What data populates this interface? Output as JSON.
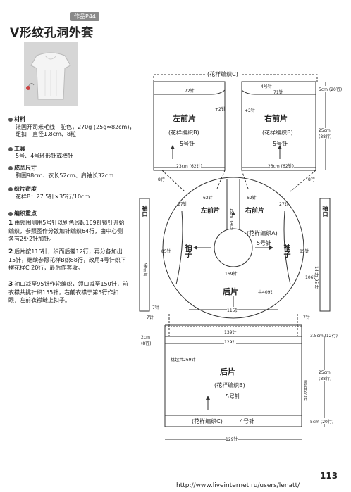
{
  "header": {
    "work_tag": "作品P44",
    "title": "V形纹孔洞外套"
  },
  "materials": {
    "heading": "材料",
    "lines": [
      "法国开司米毛线　驼色，270g (25g≈82cm)，",
      "纽扣　直径1.8cm、8粒"
    ]
  },
  "tools": {
    "heading": "工具",
    "line": "5号、4号环形针或棒针"
  },
  "size": {
    "heading": "成品尺寸",
    "line": "胸围98cm、衣长52cm、肩袖长32cm"
  },
  "gauge": {
    "heading": "织片密度",
    "line": "花样B：27.5针×35行/10cm"
  },
  "points": {
    "heading": "编织重点",
    "steps": [
      {
        "num": "1",
        "text": "由领围侧用5号针以别色线起169针锁针开始编织，参照图作分散加针编织64行，由中心侧各有2处2针加针。"
      },
      {
        "num": "2",
        "text": "后片按115针，织而后差12行，再分各加出15针，继续参照花样B织88行，改用4号针织下摆花样C 20行，最后作套收。"
      },
      {
        "num": "3",
        "text": "袖口减至95针作轮编织，领口减至150针，前衣襟共挑针织155针，右前衣襟于第5行作扣眼，左前衣襟缝上扣子。"
      }
    ]
  },
  "diagram": {
    "pattern_c_top": "(花样编织C)",
    "left_front": {
      "title": "左前片",
      "pattern": "(花样编织B)",
      "needle": "5号针"
    },
    "right_front": {
      "title": "右前片",
      "pattern": "(花样编织B)",
      "needle": "5号针"
    },
    "width_72": "72针",
    "width_4": "4号针",
    "width_71": "71针",
    "plus2": "+2针",
    "dim_5cm_20": "5cm (20行)",
    "dim_25cm_88": "25cm (88行)",
    "dim_23cm_62": "23cm (62针)",
    "rows_8": "8行",
    "left_front_yoke": "左前片",
    "right_front_yoke": "右前片",
    "pattern_a": "(花样编织A)",
    "needle5": "5号针",
    "sleeve": "袖子",
    "back_yoke": "后片",
    "cuff": "袖口",
    "cuff_label": "编织后",
    "dim_15cm": "15cm (64行)",
    "count_169": "169针",
    "count_115": "115针",
    "count_409": "共409针",
    "count_85": "85针",
    "count_106": "106针",
    "count_62": "62针",
    "count_27": "27针",
    "count_7": "7针",
    "count_129": "129针",
    "count_139": "139针",
    "count_269": "挑起共269针",
    "count_273": "挑起共273针",
    "dim_2cm": "2cm (8行)",
    "dim_35cm": "3.5cm (12行)",
    "back": {
      "title": "后片",
      "pattern": "(花样编织B)",
      "needle": "5号针"
    },
    "pattern_c_bottom": "(花样编织C)",
    "bottom_needle": "4号针",
    "dim_5cm_bottom": "5cm (20行)",
    "dim_25cm_bottom": "25cm (88行)",
    "cuff_dims": "-14 针 95 针"
  },
  "footer": {
    "page_number": "113",
    "url": "http://www.liveinternet.ru/users/lenatt/"
  }
}
